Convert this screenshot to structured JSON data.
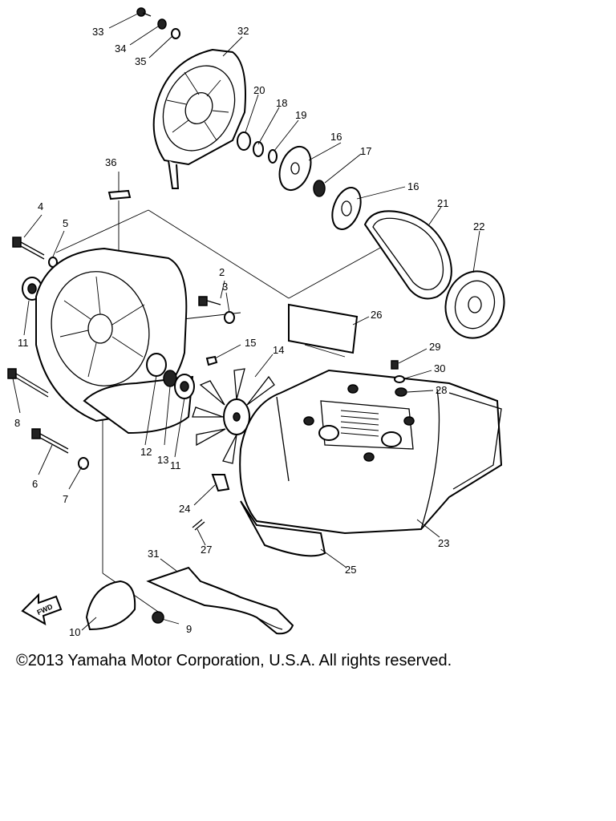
{
  "diagram": {
    "labels": {
      "p1": "2",
      "p2": "3",
      "p3": "4",
      "p4": "5",
      "p5": "6",
      "p6": "7",
      "p7": "8",
      "p8": "9",
      "p9": "10",
      "p10": "11",
      "p11": "11",
      "p12": "12",
      "p13": "13",
      "p14": "14",
      "p15": "15",
      "p16": "16",
      "p17": "16",
      "p18": "17",
      "p19": "18",
      "p20": "19",
      "p21": "20",
      "p22": "21",
      "p23": "22",
      "p24": "23",
      "p25": "24",
      "p26": "25",
      "p27": "26",
      "p28": "27",
      "p29": "28",
      "p30": "29",
      "p31": "30",
      "p32": "31",
      "p33": "32",
      "p34": "33",
      "p35": "34",
      "p36": "35",
      "p37": "36"
    },
    "front_arrow": "FWD"
  },
  "footer": {
    "copyright": "©2013 Yamaha Motor Corporation, U.S.A. All rights reserved."
  }
}
